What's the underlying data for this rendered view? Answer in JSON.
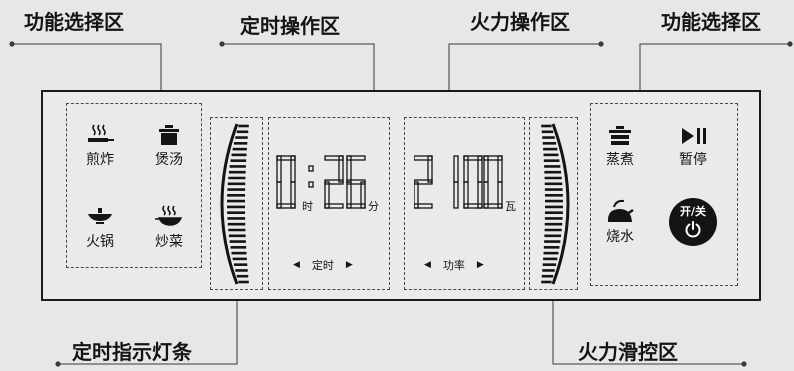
{
  "callouts": {
    "function_select_left": "功能选择区",
    "timer_area": "定时操作区",
    "fire_area": "火力操作区",
    "function_select_right": "功能选择区",
    "timer_indicator": "定时指示灯条",
    "fire_slider": "火力滑控区"
  },
  "left_functions": [
    {
      "label": "煎炸",
      "icon": "frying-pan-icon"
    },
    {
      "label": "煲汤",
      "icon": "soup-pot-icon"
    },
    {
      "label": "火锅",
      "icon": "hotpot-icon"
    },
    {
      "label": "炒菜",
      "icon": "wok-icon"
    }
  ],
  "timer_display": {
    "hour": "0",
    "separator": ":",
    "minutes": "26",
    "hour_unit": "时",
    "minute_unit": "分",
    "nav_label": "定时",
    "left_arrow": "◀",
    "right_arrow": "▶"
  },
  "power_display": {
    "value": "2100",
    "unit": "瓦",
    "nav_label": "功率",
    "left_arrow": "◀",
    "right_arrow": "▶"
  },
  "right_functions": {
    "steam": {
      "label": "蒸煮",
      "icon": "steamer-icon"
    },
    "pause": {
      "label": "暂停",
      "icon": "play-pause-icon"
    },
    "boil": {
      "label": "烧水",
      "icon": "kettle-icon"
    },
    "power_button": {
      "label": "开/关",
      "icon": "power-icon"
    }
  },
  "colors": {
    "background": "#e7e7e7",
    "panel_border": "#1a1a1a",
    "ink": "#141414",
    "dashed_border": "#4a4a4a"
  }
}
